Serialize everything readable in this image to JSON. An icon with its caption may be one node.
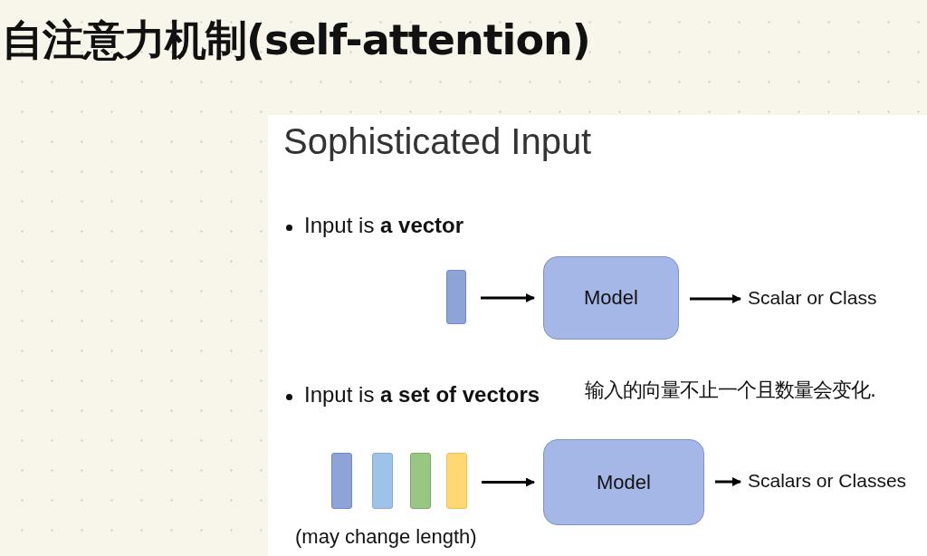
{
  "diagram": {
    "title": "自注意力机制(self-attention)",
    "nodes": [
      {
        "text": [],
        "shape": "bar"
      },
      {
        "text": [
          "Model"
        ]
      },
      {
        "text": [
          "Scalar or Class"
        ]
      },
      {
        "text": [],
        "shape": "bar"
      },
      {
        "text": [],
        "shape": "bar"
      },
      {
        "text": [],
        "shape": "bar"
      },
      {
        "text": [],
        "shape": "bar"
      },
      {
        "text": [
          "Model"
        ]
      },
      {
        "text": [
          "Scalars or Classes"
        ]
      }
    ],
    "edges": [
      {
        "from": 0,
        "to": 1,
        "arrow": "to"
      },
      {
        "from": 1,
        "to": 2,
        "arrow": "to"
      },
      {
        "from": 6,
        "to": 7,
        "arrow": "to"
      },
      {
        "from": 7,
        "to": 8,
        "arrow": "to"
      }
    ],
    "labels": [
      "Sophisticated Input",
      "Input is **a vector**",
      "Input is **a set of vectors**",
      "输入的向量不止一个且数量会变化.",
      "(may change length)"
    ]
  }
}
